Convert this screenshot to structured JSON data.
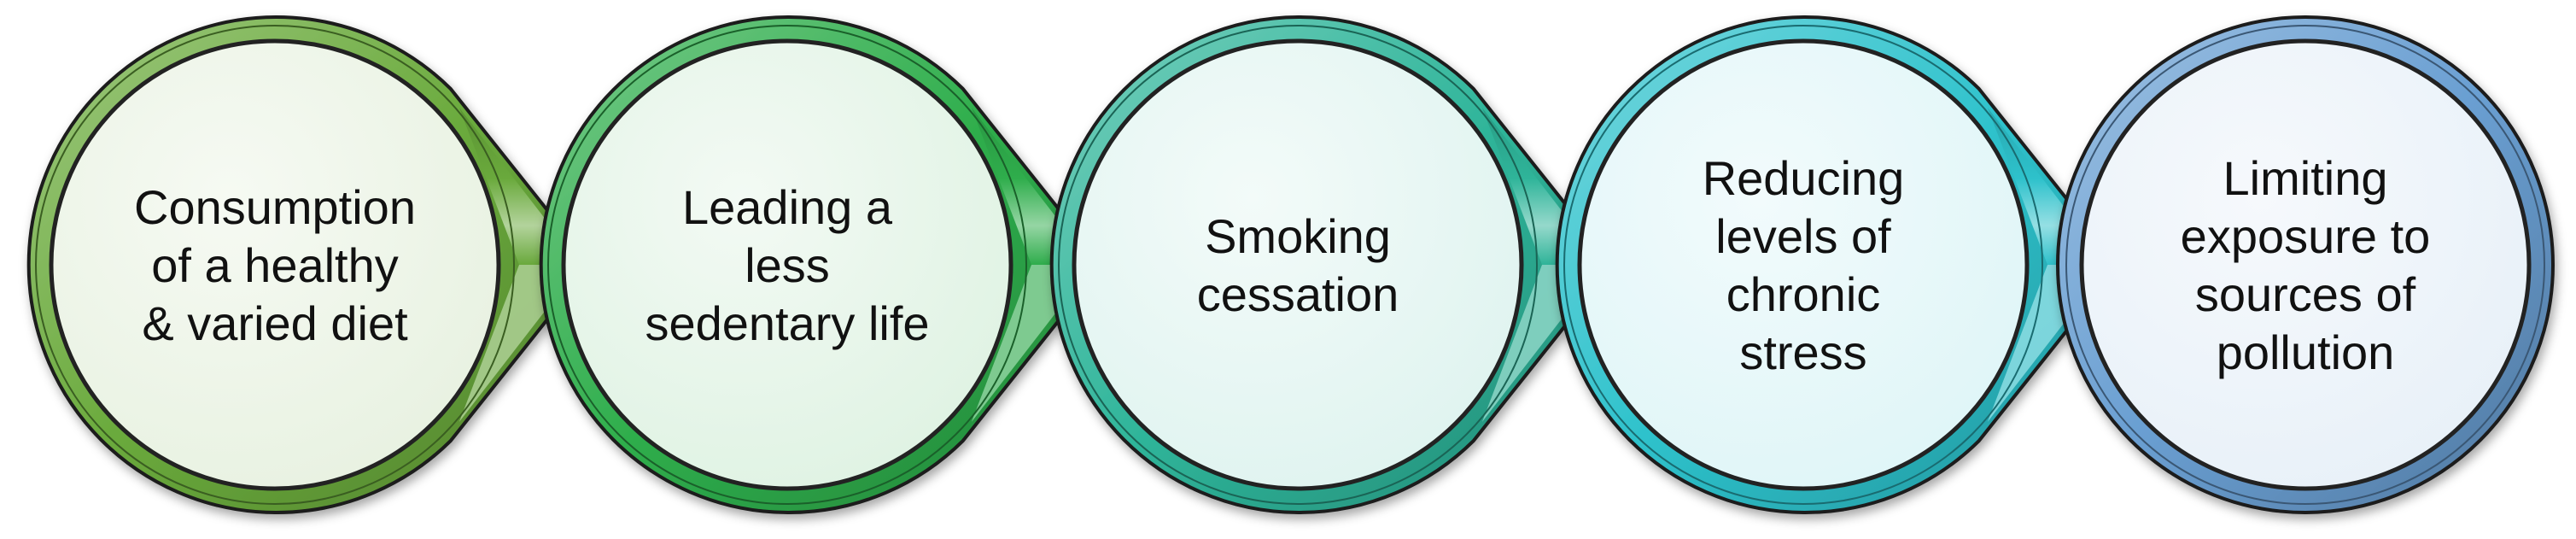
{
  "steps": [
    {
      "lines": [
        "Consumption",
        "of a healthy",
        "& varied diet"
      ],
      "color": "#6aaa3c"
    },
    {
      "lines": [
        "Leading a",
        "less",
        "sedentary life"
      ],
      "color": "#2fae4c"
    },
    {
      "lines": [
        "Smoking",
        "cessation"
      ],
      "color": "#2fb59a"
    },
    {
      "lines": [
        "Reducing",
        "levels of",
        "chronic",
        "stress"
      ],
      "color": "#2ec2cc"
    },
    {
      "lines": [
        "Limiting",
        "exposure to",
        "sources of",
        "pollution"
      ],
      "color": "#6a9fd2"
    }
  ]
}
